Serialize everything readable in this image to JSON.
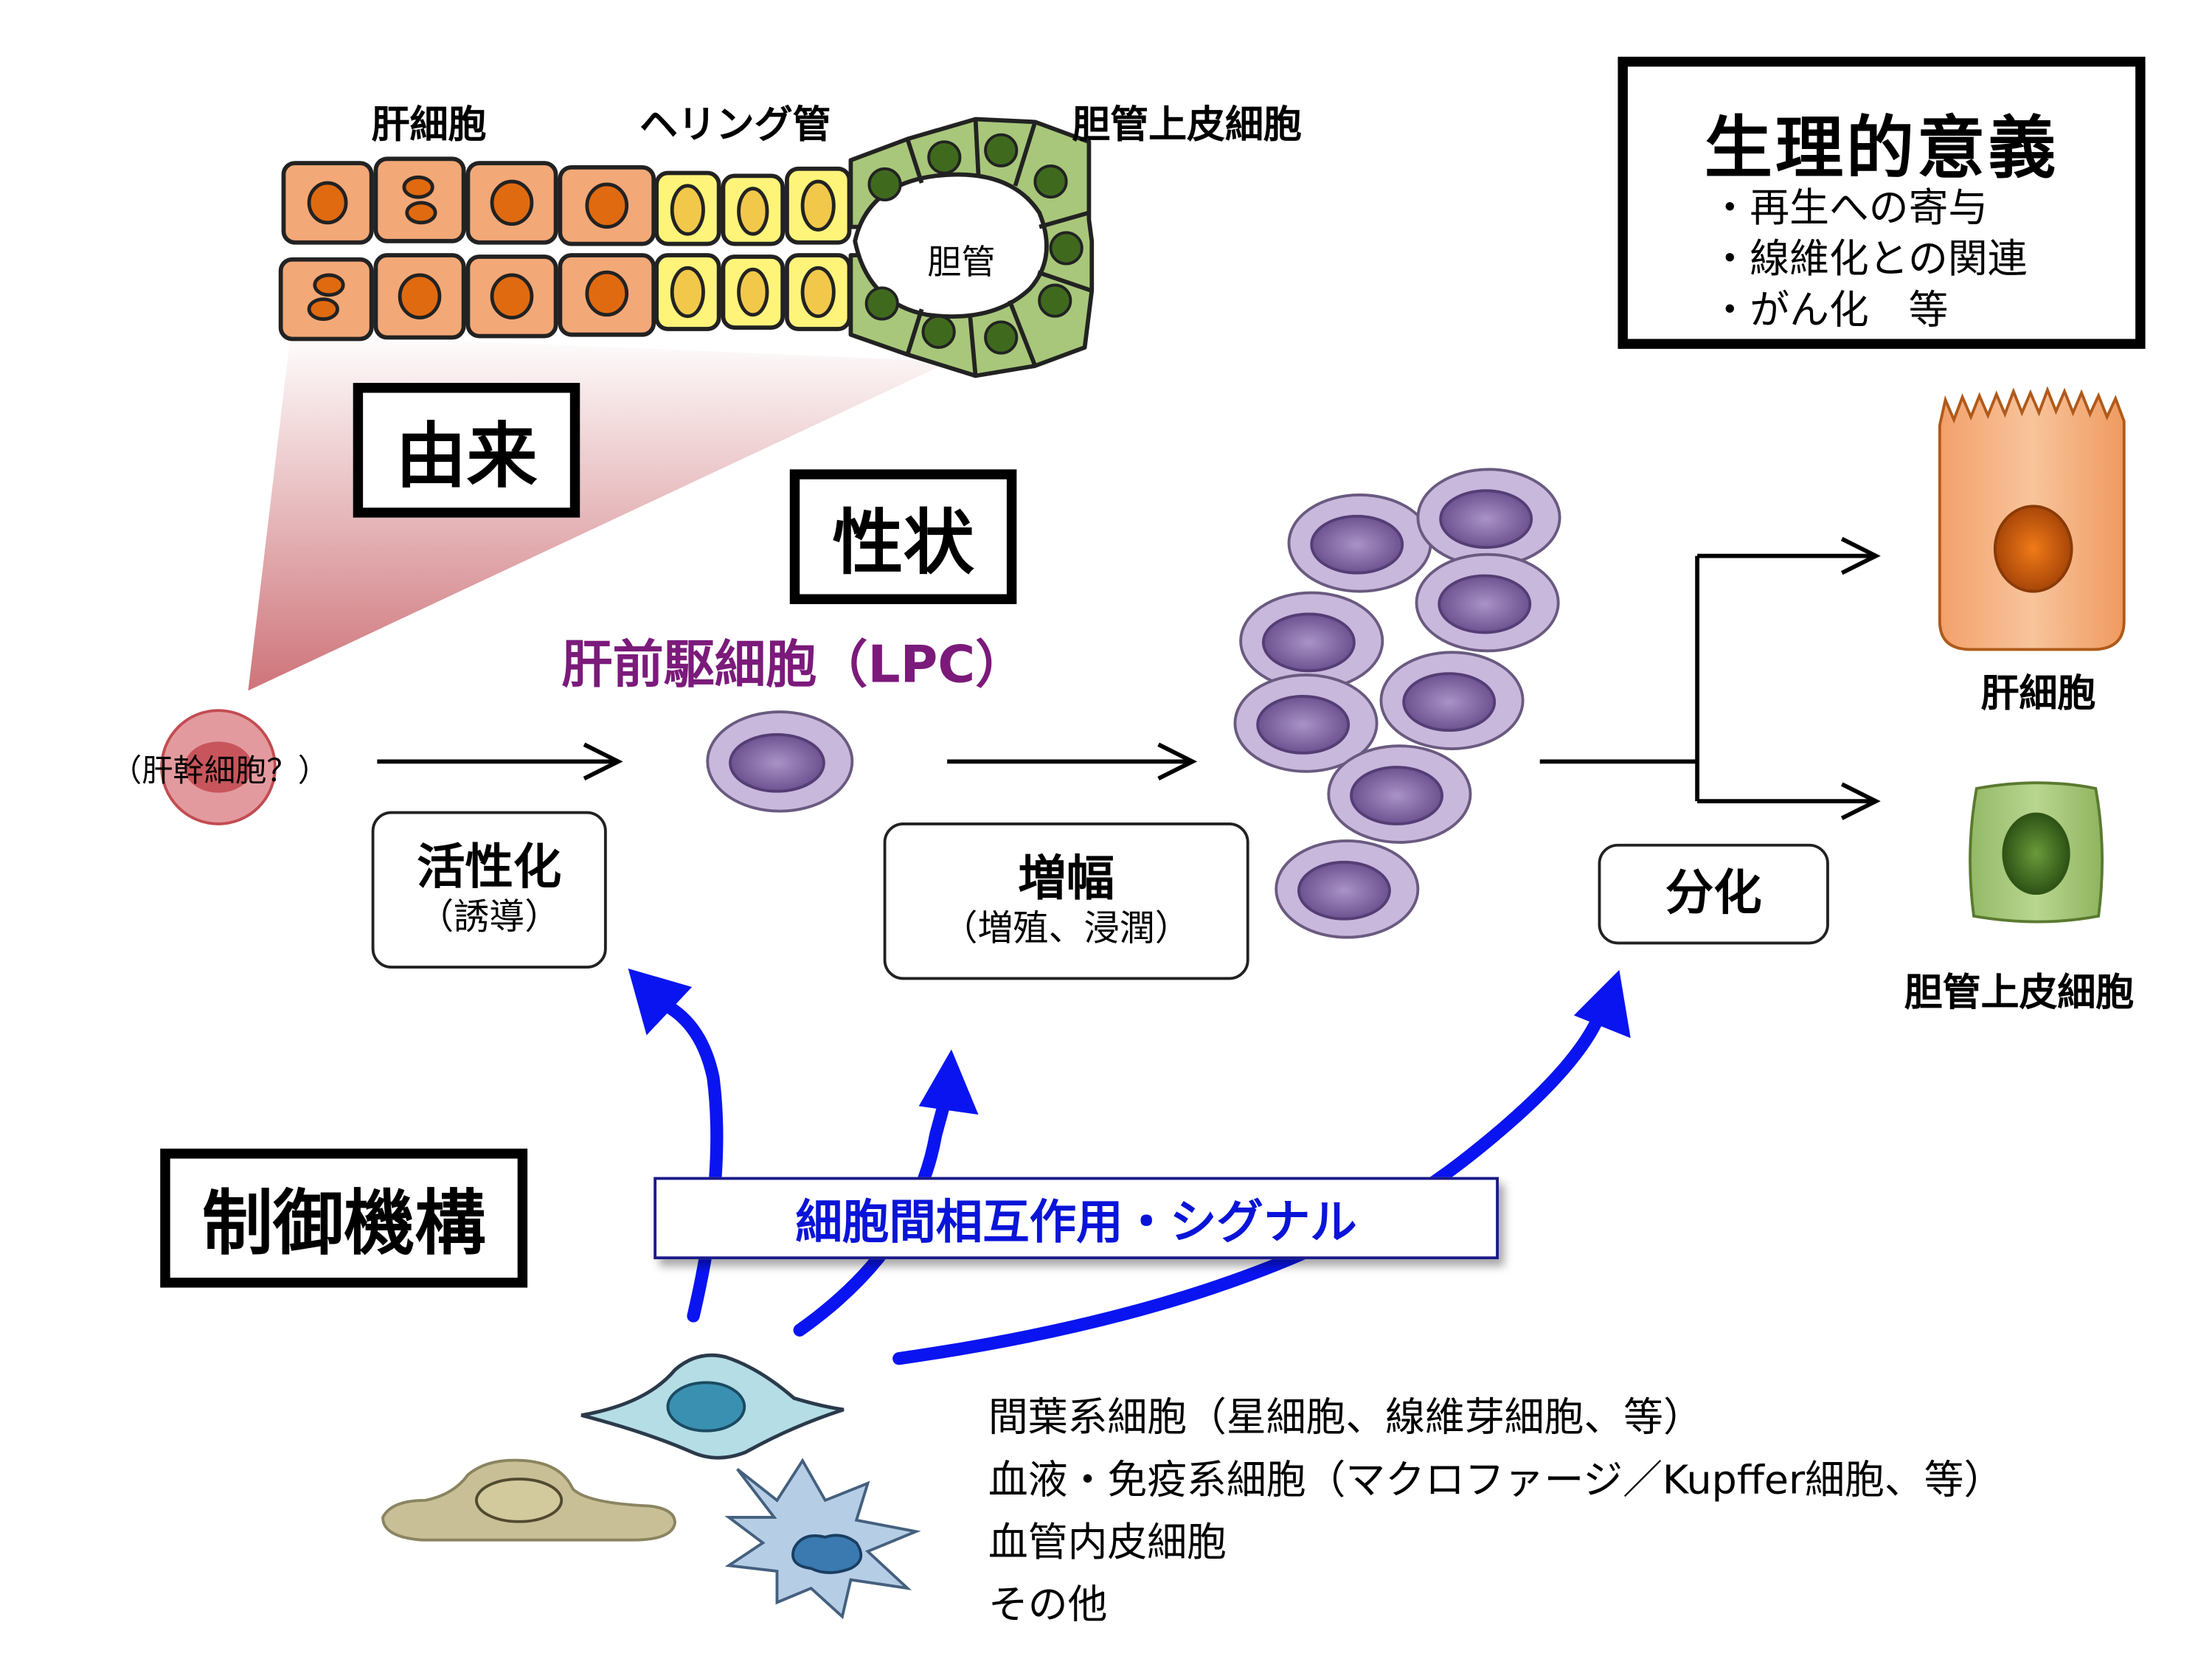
{
  "top_labels": {
    "hepatocyte": "肝細胞",
    "hering_canal": "ヘリング管",
    "cholangiocyte": "胆管上皮細胞",
    "bile_duct": "胆管"
  },
  "keywords": {
    "origin": "由来",
    "properties": "性状",
    "regulation": "制御機構"
  },
  "significance": {
    "title": "生理的意義",
    "items": [
      "再生への寄与",
      "線維化との関連",
      "がん化　等"
    ]
  },
  "stem_cell_label": "（肝幹細胞？）",
  "lpc_label": "肝前駆細胞（LPC）",
  "steps": {
    "activation": {
      "main": "活性化",
      "sub": "（誘導）"
    },
    "proliferation": {
      "main": "増幅",
      "sub": "（増殖、浸潤）"
    },
    "differentiation": {
      "main": "分化"
    }
  },
  "outputs": {
    "hepatocyte": "肝細胞",
    "cholangiocyte": "胆管上皮細胞"
  },
  "signal_label": "細胞間相互作用・シグナル",
  "regulator_cells": [
    "間葉系細胞（星細胞、線維芽細胞、等）",
    "血液・免疫系細胞（マクロファージ／Kupffer細胞、等）",
    "血管内皮細胞",
    "その他"
  ],
  "colors": {
    "lpc_text": "#7b1a7b",
    "signal_text": "#0a14d8",
    "signal_arrow": "#0a14f0",
    "hepatocyte_fill": "#f3a877",
    "hepatocyte_nucleus": "#e06a10",
    "hering_fill": "#fff47a",
    "cholangiocyte_fill": "#a8c77a",
    "cholangiocyte_nucleus": "#3f6a1e",
    "lpc_fill": "#c8b8dc",
    "lpc_nucleus": "#8a6fa8"
  }
}
